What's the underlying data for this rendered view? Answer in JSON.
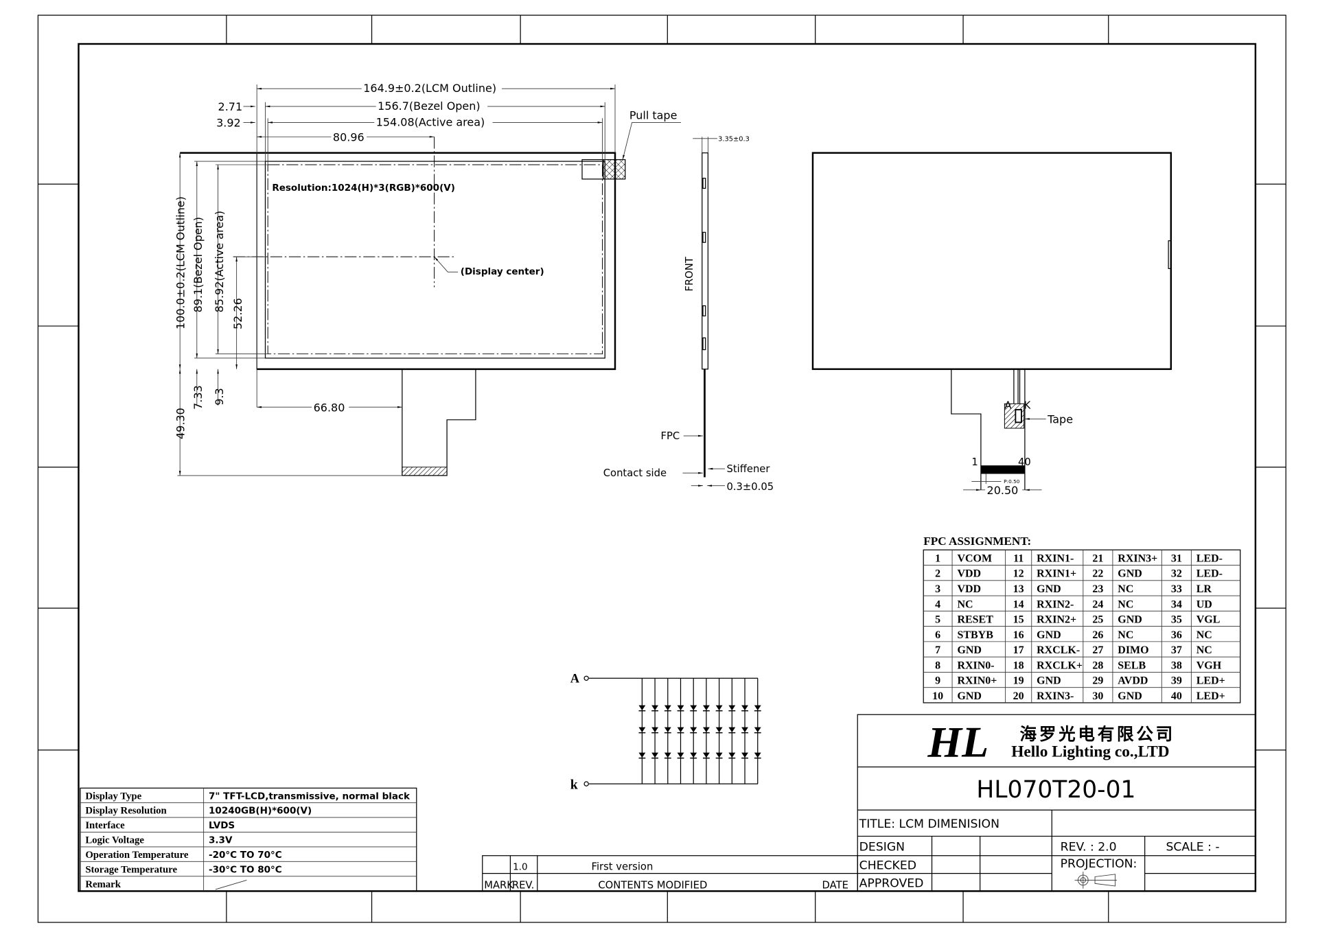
{
  "front_view": {
    "dims": {
      "lcm_outline_w": "164.9±0.2(LCM Outline)",
      "bezel_open_w": "156.7(Bezel Open)",
      "active_area_w": "154.08(Active area)",
      "bezel_offset": "2.71",
      "active_offset": "3.92",
      "center_x": "80.96",
      "lcm_outline_h": "100.0±0.2(LCM Outline)",
      "bezel_open_h": "89.1(Bezel Open)",
      "active_area_h": "85.92(Active area)",
      "center_y": "52.26",
      "bezel_bottom": "7.33",
      "active_bottom": "9.3",
      "fpc_length": "49.30",
      "fpc_offset": "66.80"
    },
    "resolution": "Resolution:1024(H)*3(RGB)*600(V)",
    "display_center": "(Display center)",
    "pull_tape": "Pull tape"
  },
  "side_view": {
    "thickness": "3.35±0.3",
    "front": "FRONT",
    "fpc": "FPC",
    "contact_side": "Contact side",
    "stiffener": "Stiffener",
    "fpc_thickness": "0.3±0.05"
  },
  "back_view": {
    "anode": "A",
    "cathode": "K",
    "tape": "Tape",
    "pin_first": "1",
    "pin_last": "40",
    "pitch": "P:0.50",
    "fpc_width": "20.50"
  },
  "fpc_assignment": {
    "title": "FPC ASSIGNMENT:",
    "rows": [
      [
        "1",
        "VCOM",
        "11",
        "RXIN1-",
        "21",
        "RXIN3+",
        "31",
        "LED-"
      ],
      [
        "2",
        "VDD",
        "12",
        "RXIN1+",
        "22",
        "GND",
        "32",
        "LED-"
      ],
      [
        "3",
        "VDD",
        "13",
        "GND",
        "23",
        "NC",
        "33",
        "LR"
      ],
      [
        "4",
        "NC",
        "14",
        "RXIN2-",
        "24",
        "NC",
        "34",
        "UD"
      ],
      [
        "5",
        "RESET",
        "15",
        "RXIN2+",
        "25",
        "GND",
        "35",
        "VGL"
      ],
      [
        "6",
        "STBYB",
        "16",
        "GND",
        "26",
        "NC",
        "36",
        "NC"
      ],
      [
        "7",
        "GND",
        "17",
        "RXCLK-",
        "27",
        "DIMO",
        "37",
        "NC"
      ],
      [
        "8",
        "RXIN0-",
        "18",
        "RXCLK+",
        "28",
        "SELB",
        "38",
        "VGH"
      ],
      [
        "9",
        "RXIN0+",
        "19",
        "GND",
        "29",
        "AVDD",
        "39",
        "LED+"
      ],
      [
        "10",
        "GND",
        "20",
        "RXIN3-",
        "30",
        "GND",
        "40",
        "LED+"
      ]
    ]
  },
  "led_circuit": {
    "anode": "A",
    "cathode": "k",
    "columns": 10,
    "leds_per_string": 3
  },
  "spec_table": [
    {
      "label": "Display Type",
      "value": "7\" TFT-LCD,transmissive, normal black"
    },
    {
      "label": "Display Resolution",
      "value": "10240GB(H)*600(V)"
    },
    {
      "label": "Interface",
      "value": "LVDS"
    },
    {
      "label": "Logic Voltage",
      "value": "3.3V"
    },
    {
      "label": "Operation Temperature",
      "value": "-20°C  TO  70°C"
    },
    {
      "label": "Storage Temperature",
      "value": "-30°C  TO  80°C"
    },
    {
      "label": "Remark",
      "value": ""
    }
  ],
  "revision_block": {
    "rev": "1.0",
    "content": "First version",
    "headers": {
      "mark": "MARK",
      "rev": "REV.",
      "contents": "CONTENTS MODIFIED",
      "date": "DATE"
    }
  },
  "title_block": {
    "logo": "HL",
    "company_cn": "海罗光电有限公司",
    "company_en": "Hello Lighting co.,LTD",
    "part_number": "HL070T20-01",
    "title": "TITLE: LCM  DIMENISION",
    "design": "DESIGN",
    "checked": "CHECKED",
    "approved": "APPROVED",
    "rev": "REV. : 2.0",
    "scale": "SCALE : -",
    "projection": "PROJECTION:"
  }
}
